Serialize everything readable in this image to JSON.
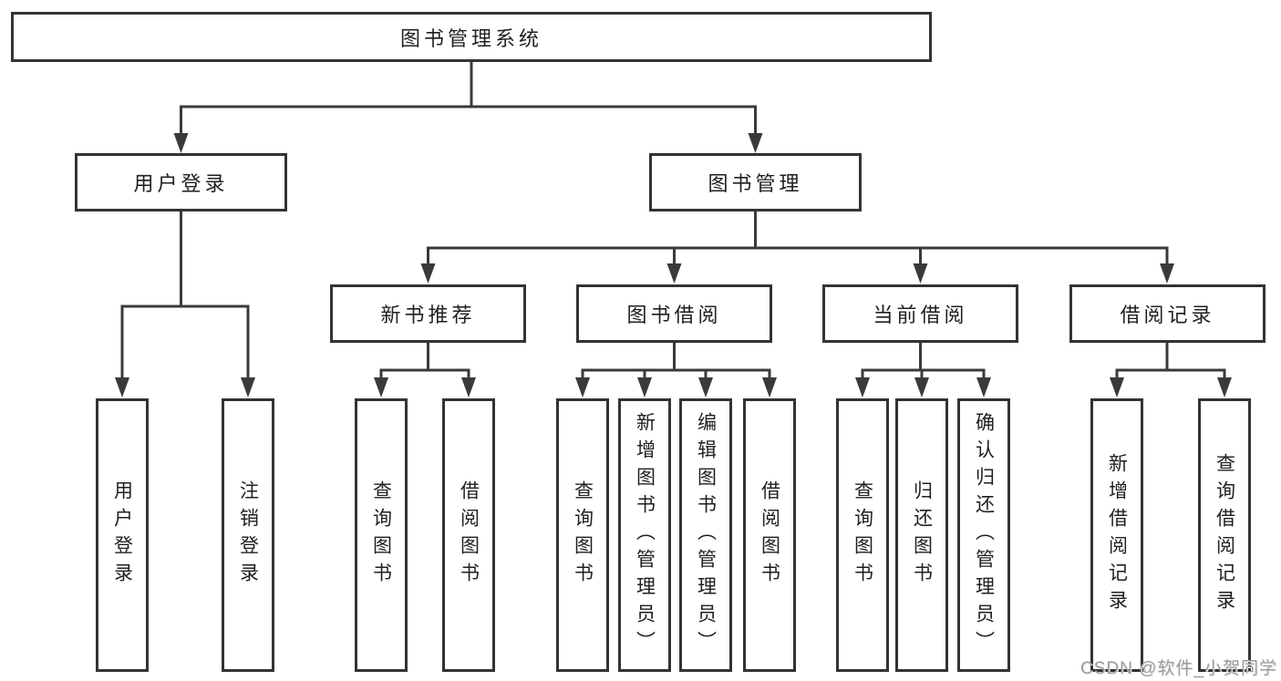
{
  "diagram": {
    "root": {
      "label": "图书管理系统"
    },
    "level2": [
      {
        "label": "用户登录",
        "children": [
          {
            "label": "用户登录"
          },
          {
            "label": "注销登录"
          }
        ]
      },
      {
        "label": "图书管理",
        "children": [
          {
            "label": "新书推荐",
            "children": [
              {
                "label": "查询图书"
              },
              {
                "label": "借阅图书"
              }
            ]
          },
          {
            "label": "图书借阅",
            "children": [
              {
                "label": "查询图书"
              },
              {
                "label": "新增图书（管理员）"
              },
              {
                "label": "编辑图书（管理员）"
              },
              {
                "label": "借阅图书"
              }
            ]
          },
          {
            "label": "当前借阅",
            "children": [
              {
                "label": "查询图书"
              },
              {
                "label": "归还图书"
              },
              {
                "label": "确认归还（管理员）"
              }
            ]
          },
          {
            "label": "借阅记录",
            "children": [
              {
                "label": "新增借阅记录"
              },
              {
                "label": "查询借阅记录"
              }
            ]
          }
        ]
      }
    ],
    "watermark": "CSDN @软件_小贺同学",
    "colors": {
      "line": "#3a3a3a",
      "box_border": "#333333",
      "text": "#1f1f1f",
      "watermark": "#9b9b9b",
      "background": "#ffffff"
    }
  }
}
